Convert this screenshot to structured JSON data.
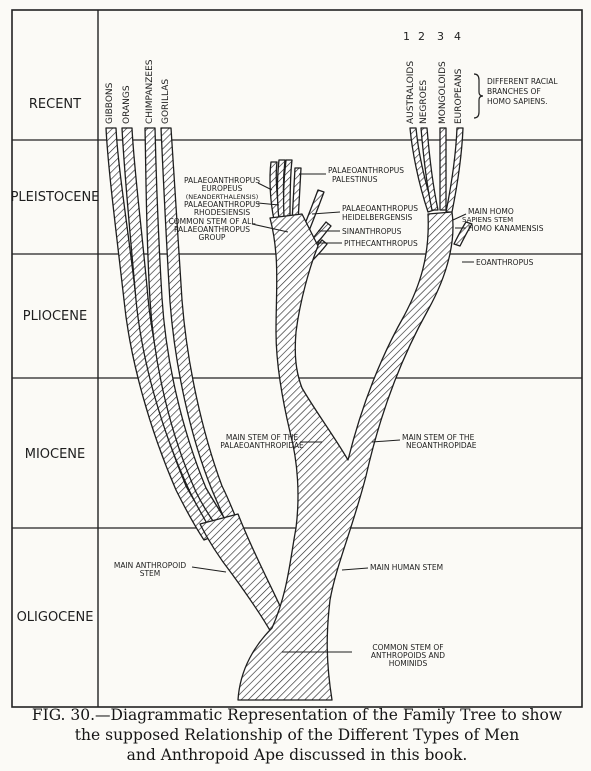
{
  "periods": [
    "RECENT",
    "PLEISTOCENE",
    "PLIOCENE",
    "MIOCENE",
    "OLIGOCENE"
  ],
  "apes": [
    "GIBBONS",
    "ORANGS",
    "CHIMPANZEES",
    "GORILLAS"
  ],
  "races": [
    {
      "num": "1",
      "name": "AUSTRALOIDS"
    },
    {
      "num": "2",
      "name": "NEGROES"
    },
    {
      "num": "3",
      "name": "MONGOLOIDS"
    },
    {
      "num": "4",
      "name": "EUROPEANS"
    }
  ],
  "race_note": [
    "DIFFERENT RACIAL",
    "BRANCHES OF",
    "HOMO SAPIENS."
  ],
  "labels": {
    "palestinus": [
      "PALAEOANTHROPUS",
      "PALESTINUS"
    ],
    "europeus": [
      "PALAEOANTHROPUS",
      "EUROPEUS",
      "(NEANDERTHALENSIS)",
      "PALAEOANTHROPUS",
      "RHODESIENSIS"
    ],
    "common_palaeo": [
      "COMMON STEM OF ALL",
      "PALAEOANTHROPUS",
      "GROUP"
    ],
    "heidelbergensis": [
      "PALAEOANTHROPUS",
      "HEIDELBERGENSIS"
    ],
    "sinanthropus": "SINANTHROPUS",
    "pithecanthropus": "PITHECANTHROPUS",
    "homo_stem": [
      "MAIN HOMO",
      "SAPIENS STEM"
    ],
    "kanamensis": "HOMO KANAMENSIS",
    "eoanthropus": "EOANTHROPUS",
    "main_palaeo": [
      "MAIN STEM OF THE",
      "PALAEOANTHROPIDAE"
    ],
    "main_neo": [
      "MAIN STEM OF THE",
      "NEOANTHROPIDAE"
    ],
    "anthropoid_stem": [
      "MAIN ANTHROPOID",
      "STEM"
    ],
    "human_stem": "MAIN HUMAN STEM",
    "common_stem": [
      "COMMON STEM OF",
      "ANTHROPOIDS AND",
      "HOMINIDS"
    ]
  },
  "caption": [
    "FIG. 30.—Diagrammatic Representation of the Family Tree to show",
    "the supposed Relationship of the Different Types of Men",
    "and Anthropoid Ape discussed in this book."
  ]
}
